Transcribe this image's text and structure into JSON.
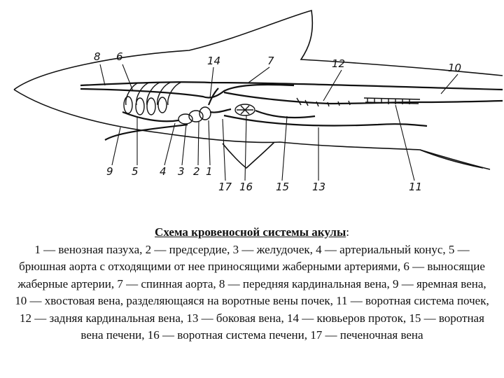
{
  "diagram": {
    "labels": [
      "8",
      "6",
      "14",
      "7",
      "12",
      "10",
      "9",
      "5",
      "4",
      "3",
      "2",
      "1",
      "17",
      "16",
      "15",
      "13",
      "11"
    ]
  },
  "caption": {
    "title": "Схема кровеносной системы акулы",
    "title_suffix": ":",
    "body": "1 — венозная пазуха, 2 — предсердие, 3 — желудочек, 4 — артериальный конус, 5 — брюшная аорта с отходящими от нее приносящими жаберными артериями,  6 — выносящие жаберные артерии, 7 — спинная аорта, 8 — передняя кардинальная вена, 9 — яремная вена, 10 — хвостовая вена, разделяющаяся на воротные вены почек,  11 — воротная система почек, 12 — задняя кардинальная вена, 13 — боковая вена,  14 — кювьеров проток, 15 — воротная вена печени,   16 — воротная система печени, 17 — печеночная вена"
  }
}
